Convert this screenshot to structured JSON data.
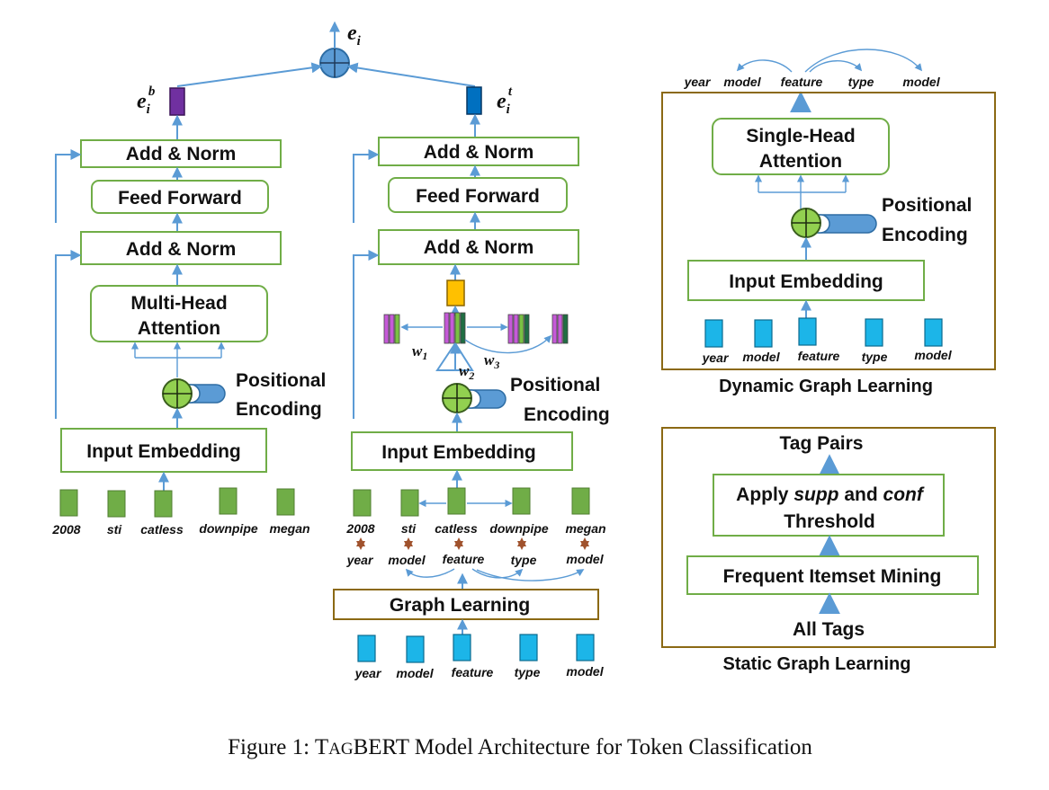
{
  "colors": {
    "box_border": "#70ad47",
    "graph_box_border": "#8b6914",
    "arrow": "#5b9bd5",
    "word_token": "#70ad47",
    "tag_token": "#1cb5e8",
    "bert_output": "#7030a0",
    "tag_output": "#0070c0",
    "attention_output": "#ffc000",
    "adder": "#92d050"
  },
  "left_branch": {
    "output_label": "e",
    "output_sub": "i",
    "output_sup": "b",
    "add_norm_top": "Add & Norm",
    "feed_forward": "Feed Forward",
    "add_norm_bottom": "Add & Norm",
    "attention_line1": "Multi-Head",
    "attention_line2": "Attention",
    "pos_line1": "Positional",
    "pos_line2": "Encoding",
    "input_embedding": "Input Embedding",
    "tokens": [
      "2008",
      "sti",
      "catless",
      "downpipe",
      "megan"
    ]
  },
  "top": {
    "output_label": "e",
    "output_sub": "i"
  },
  "middle_branch": {
    "output_label": "e",
    "output_sub": "i",
    "output_sup": "t",
    "add_norm_top": "Add & Norm",
    "feed_forward": "Feed Forward",
    "add_norm_bottom": "Add & Norm",
    "w1_label": "w",
    "w1_sub": "1",
    "w2_label": "w",
    "w2_sub": "2",
    "w3_label": "w",
    "w3_sub": "3",
    "pos_line1": "Positional",
    "pos_line2": "Encoding",
    "input_embedding": "Input Embedding",
    "tokens": [
      "2008",
      "sti",
      "catless",
      "downpipe",
      "megan"
    ],
    "tags": [
      "year",
      "model",
      "feature",
      "type",
      "model"
    ],
    "graph_learning": "Graph Learning",
    "bottom_tags": [
      "year",
      "model",
      "feature",
      "type",
      "model"
    ]
  },
  "dynamic_graph": {
    "top_tags": [
      "year",
      "model",
      "feature",
      "type",
      "model"
    ],
    "attention_line1": "Single-Head",
    "attention_line2": "Attention",
    "pos_line1": "Positional",
    "pos_line2": "Encoding",
    "input_embedding": "Input Embedding",
    "tokens": [
      "year",
      "model",
      "feature",
      "type",
      "model"
    ],
    "title": "Dynamic Graph Learning"
  },
  "static_graph": {
    "tag_pairs": "Tag Pairs",
    "apply_prefix": "Apply ",
    "apply_supp": "supp",
    "apply_mid": " and ",
    "apply_conf": "conf",
    "threshold": "Threshold",
    "frequent_itemset": "Frequent Itemset Mining",
    "all_tags": "All Tags",
    "title": "Static Graph Learning"
  },
  "caption": {
    "prefix": "Figure 1: ",
    "name_T": "T",
    "name_AG": "AG",
    "name_BERT": "BERT",
    "rest": " Model Architecture for Token Classification"
  }
}
